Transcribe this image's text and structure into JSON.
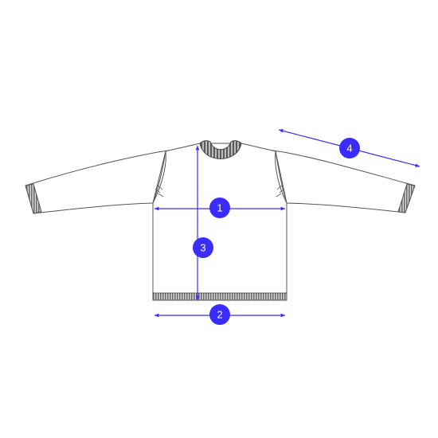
{
  "colors": {
    "background": "#ffffff",
    "outline": "#555555",
    "rib": "#6b6b6b",
    "measure": "#3a2bff",
    "badge_text": "#ffffff"
  },
  "measurements": [
    {
      "id": "m1",
      "label": "1"
    },
    {
      "id": "m2",
      "label": "2"
    },
    {
      "id": "m3",
      "label": "3"
    },
    {
      "id": "m4",
      "label": "4"
    }
  ]
}
